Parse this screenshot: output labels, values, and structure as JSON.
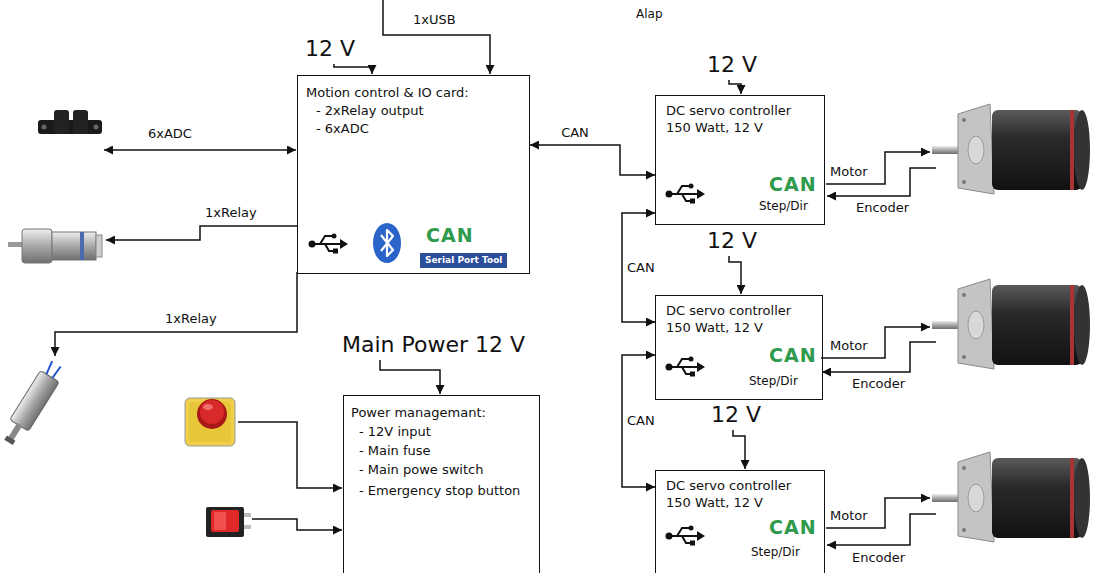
{
  "diagram": {
    "nodes": [
      {
        "text": [
          "Motion control & IO card:",
          "- 2xRelay output",
          "- 6xADC",
          "CAN",
          "Serial Port Tool"
        ]
      },
      {
        "text": [
          "Power managemant:",
          "- 12V input",
          "- Main fuse",
          "- Main powe switch",
          "- Emergency stop button"
        ]
      },
      {
        "text": [
          "DC servo controller 150 Watt, 12 V",
          "CAN",
          "Step/Dir"
        ]
      },
      {
        "text": [
          "DC servo controller 150 Watt, 12 V",
          "CAN",
          "Step/Dir"
        ]
      },
      {
        "text": [
          "DC servo controller 150 Watt, 12 V",
          "CAN",
          "Step/Dir"
        ]
      }
    ],
    "edges": [
      {
        "from": 0,
        "to": 2,
        "label": "CAN",
        "arrow": "both"
      },
      {
        "from": 2,
        "to": 3,
        "label": "CAN",
        "arrow": "both"
      },
      {
        "from": 3,
        "to": 4,
        "label": "CAN",
        "arrow": "both"
      }
    ],
    "labels": [
      "1xUSB",
      "Alap",
      "12 V",
      "6xADC",
      "1xRelay",
      "1xRelay",
      "12 V",
      "Motor",
      "Encoder",
      "12 V",
      "Motor",
      "Encoder",
      "Main Power 12 V",
      "12 V",
      "Motor",
      "Encoder"
    ]
  }
}
